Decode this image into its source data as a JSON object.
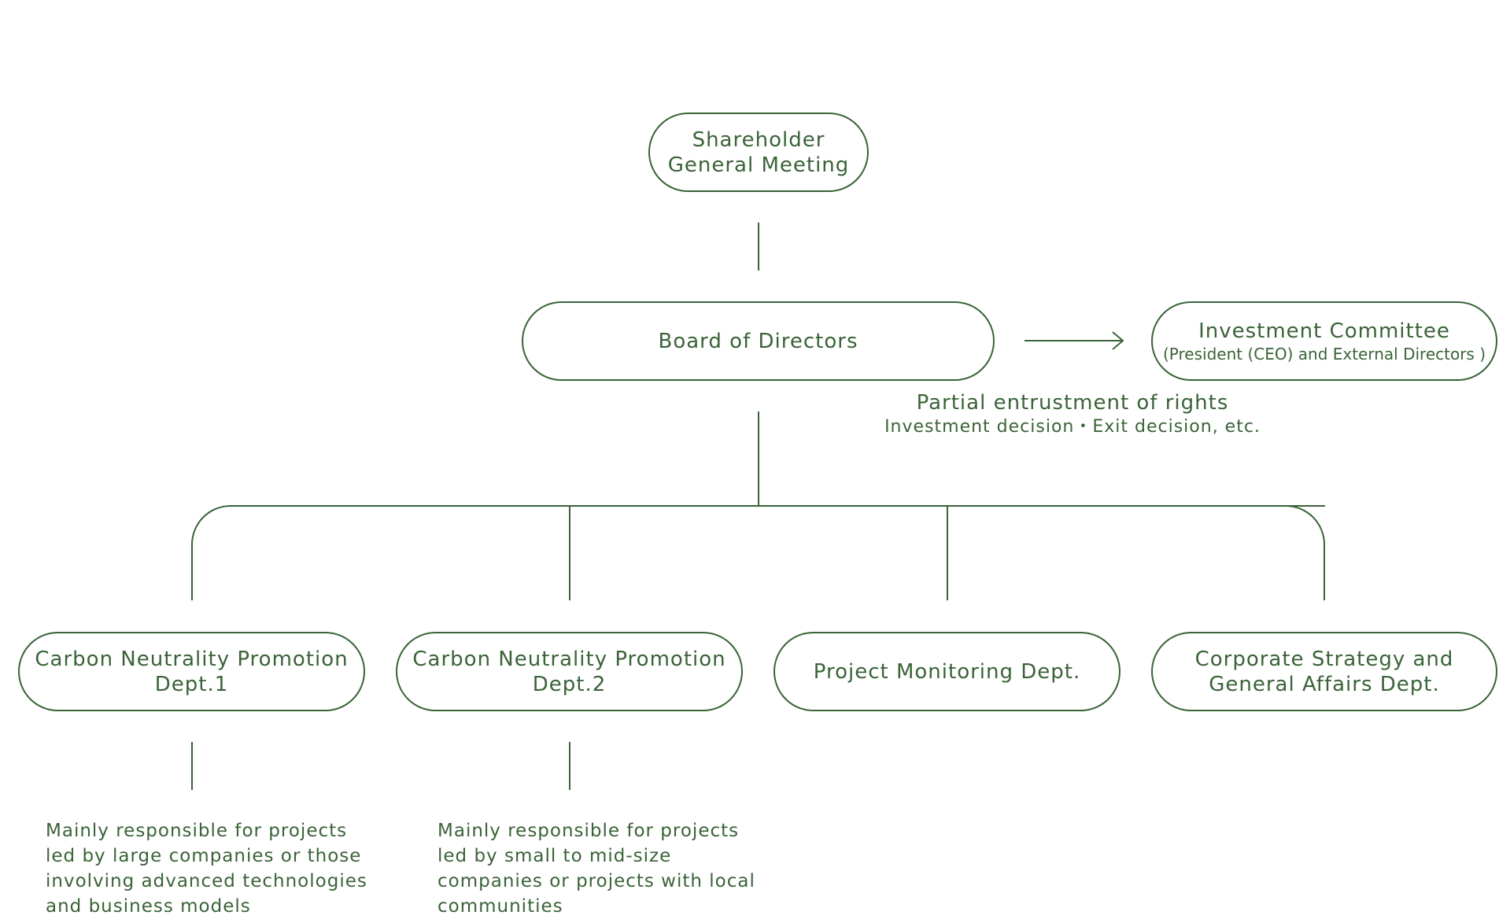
{
  "diagram": {
    "colors": {
      "stroke": "#3a6338",
      "text": "#3a6338",
      "background": "#ffffff"
    },
    "nodes": {
      "shareholder": {
        "label": "Shareholder\nGeneral Meeting"
      },
      "board": {
        "label": "Board of Directors"
      },
      "investment_committee": {
        "label": "Investment Committee",
        "sublabel": "(President (CEO) and External Directors )"
      },
      "cn_dept1": {
        "label": "Carbon Neutrality Promotion\nDept.1"
      },
      "cn_dept2": {
        "label": "Carbon Neutrality Promotion\nDept.2"
      },
      "monitoring": {
        "label": "Project Monitoring Dept."
      },
      "corporate": {
        "label": "Corporate Strategy and\nGeneral Affairs Dept."
      }
    },
    "edge_label": {
      "main": "Partial entrustment of rights",
      "sub": "Investment decision・Exit decision, etc."
    },
    "notes": {
      "dept1": "Mainly responsible for projects\nled by large companies or those\ninvolving advanced technologies\nand business models",
      "dept2": "Mainly responsible for projects\nled by small to mid-size\ncompanies or projects with local\ncommunities"
    }
  }
}
